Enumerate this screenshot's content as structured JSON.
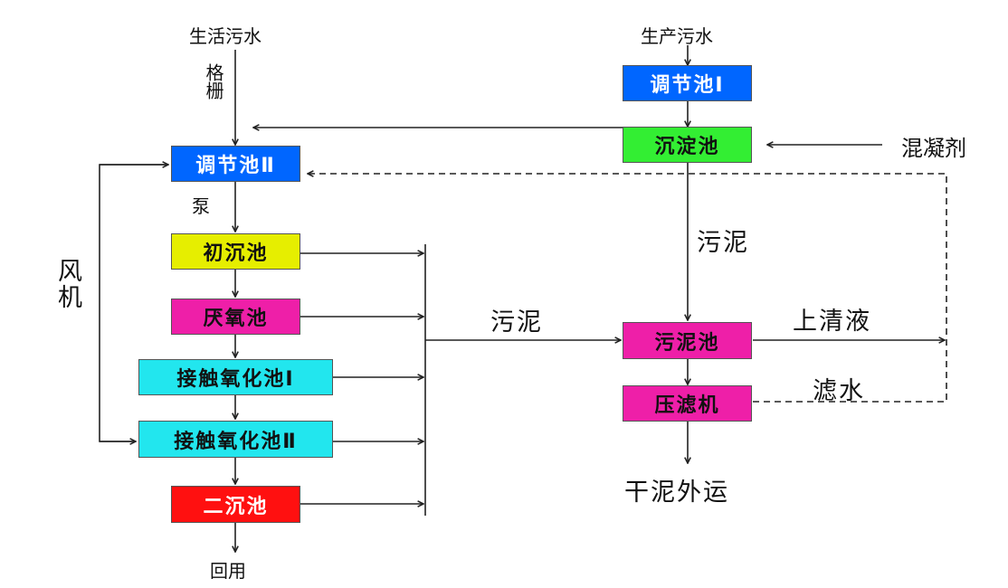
{
  "colors": {
    "blue": "#0066ff",
    "green": "#33ee33",
    "yellow": "#e6ee00",
    "magenta": "#ee1fa8",
    "cyan": "#22e6ee",
    "red": "#ff1010",
    "line": "#222222"
  },
  "inputs": {
    "domestic_sewage": "生活污水",
    "production_sewage": "生产污水",
    "coagulant": "混凝剂"
  },
  "labels": {
    "screen": "格栅",
    "pump": "泵",
    "blower": "风机",
    "sludge_left": "污泥",
    "sludge_right": "污泥",
    "supernatant": "上清液",
    "filtrate": "滤水",
    "reuse": "回用",
    "dry_sludge": "干泥外运"
  },
  "boxes": {
    "regulating_tank_1": "调节池Ⅰ",
    "sedimentation_tank": "沉淀池",
    "regulating_tank_2": "调节池Ⅱ",
    "primary_settling": "初沉池",
    "anoxic_tank": "厌氧池",
    "contact_oxidation_1": "接触氧化池Ⅰ",
    "contact_oxidation_2": "接触氧化池Ⅱ",
    "secondary_settling": "二沉池",
    "sludge_tank": "污泥池",
    "filter_press": "压滤机"
  }
}
